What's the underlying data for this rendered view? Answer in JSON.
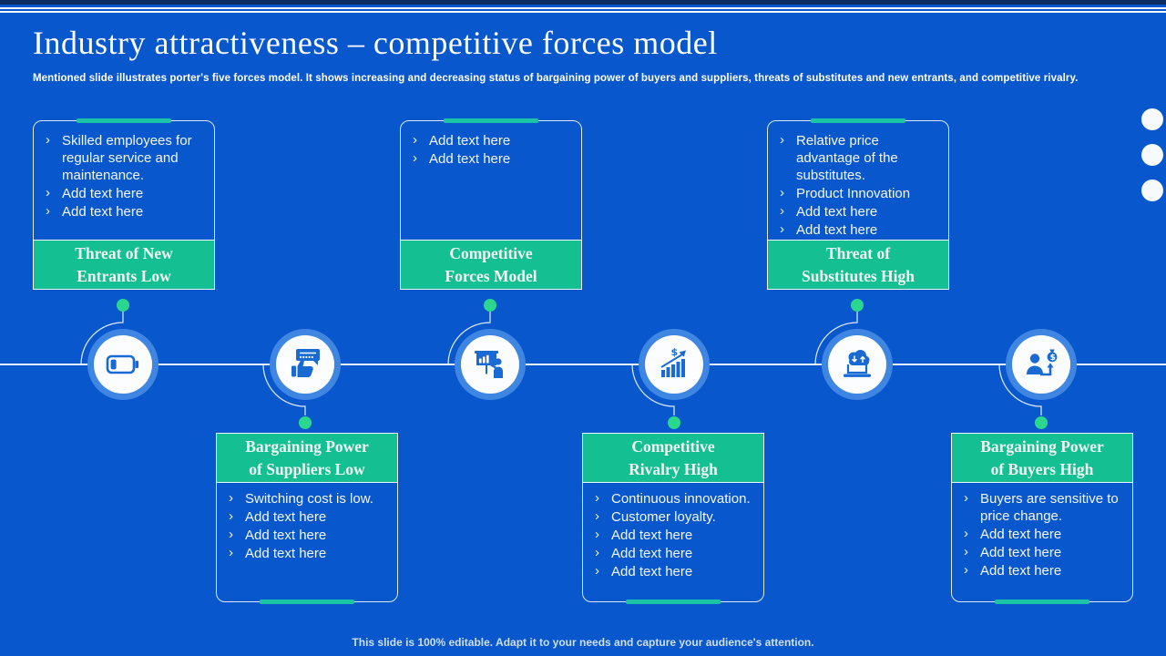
{
  "slide": {
    "title": "Industry attractiveness – competitive forces model",
    "subtitle": "Mentioned slide illustrates porter's five forces model. It shows increasing and decreasing status of bargaining power of buyers and suppliers, threats of substitutes and new entrants, and competitive rivalry.",
    "footer": "This slide is 100% editable. Adapt it to your needs and capture your audience's attention."
  },
  "colors": {
    "background_blue": "#0857cc",
    "header_teal": "#14bf92",
    "accent_tab_teal": "#1cc4a6",
    "connector_dot_green": "#2bd78e",
    "top_navy_bar": "#0d2d62",
    "icon_blue": "#1a6ad4",
    "circle_ring_blue": "#3f86e3"
  },
  "forces": [
    {
      "id": "threat-of-new-entrants",
      "position": "top",
      "title_lines": [
        "Threat of New",
        "Entrants Low"
      ],
      "bullets": [
        "Skilled employees for regular service and maintenance.",
        "Add text here",
        "Add text here"
      ],
      "icon": "battery-low-icon"
    },
    {
      "id": "bargaining-power-of-suppliers",
      "position": "bottom",
      "title_lines": [
        "Bargaining Power",
        "of Suppliers Low"
      ],
      "bullets": [
        "Switching cost is low.",
        "Add text here",
        "Add text here",
        "Add text here"
      ],
      "icon": "thumbs-up-feedback-icon"
    },
    {
      "id": "competitive-forces-model",
      "position": "top",
      "title_lines": [
        "Competitive",
        "Forces Model"
      ],
      "bullets": [
        "Add text here",
        "Add text here"
      ],
      "icon": "presentation-board-icon"
    },
    {
      "id": "competitive-rivalry",
      "position": "bottom",
      "title_lines": [
        "Competitive",
        "Rivalry High"
      ],
      "bullets": [
        "Continuous innovation.",
        "Customer loyalty.",
        "Add text here",
        "Add text here",
        "Add text here"
      ],
      "icon": "growth-chart-dollar-icon"
    },
    {
      "id": "threat-of-substitutes",
      "position": "top",
      "title_lines": [
        "Threat of",
        "Substitutes High"
      ],
      "bullets": [
        "Relative price advantage of the substitutes.",
        "Product Innovation",
        "Add text here",
        "Add text here"
      ],
      "icon": "cloud-laptop-sync-icon"
    },
    {
      "id": "bargaining-power-of-buyers",
      "position": "bottom",
      "title_lines": [
        "Bargaining Power",
        "of Buyers High"
      ],
      "bullets": [
        "Buyers are sensitive to price change.",
        "Add text here",
        "Add text here",
        "Add text here"
      ],
      "icon": "buyer-money-rise-icon"
    }
  ]
}
